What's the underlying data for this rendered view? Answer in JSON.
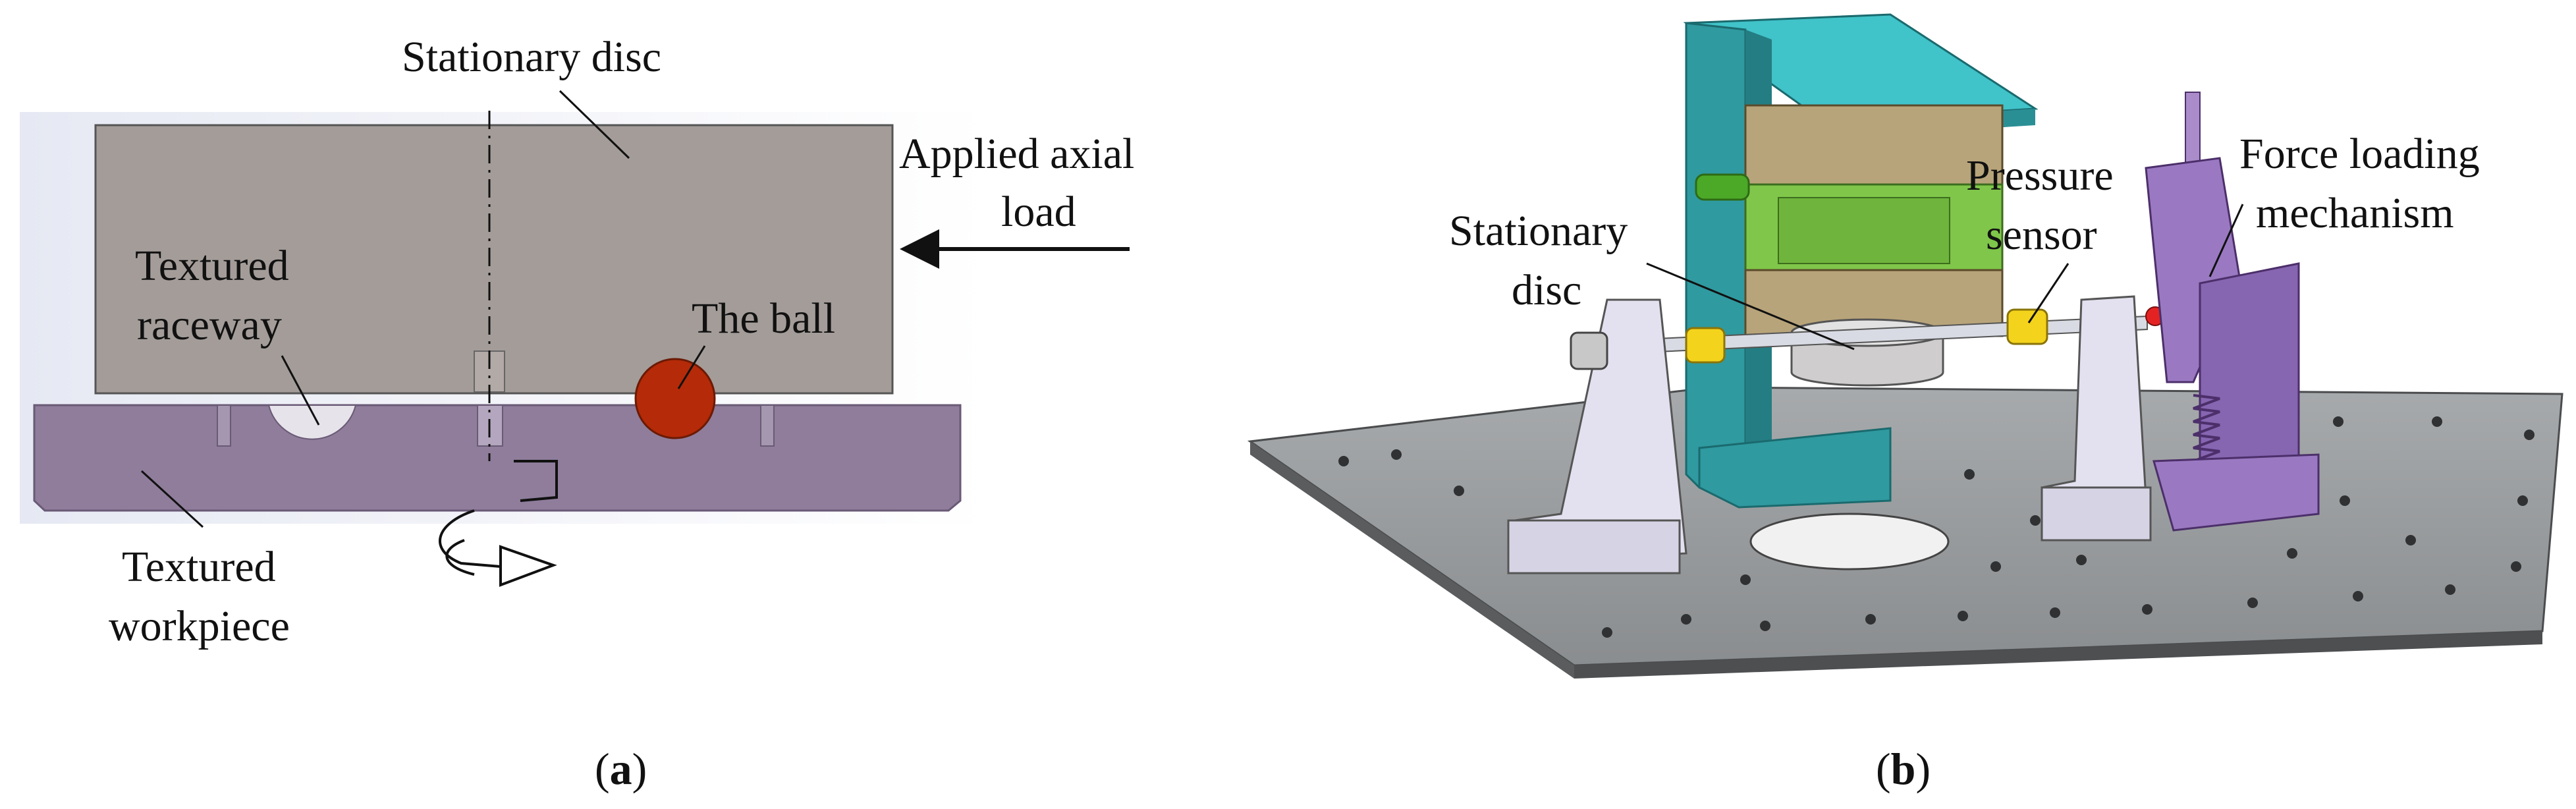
{
  "panel_a": {
    "labels": {
      "stationary_disc": "Stationary disc",
      "applied_axial_load_1": "Applied axial",
      "applied_axial_load_2": "load",
      "textured_raceway_1": "Textured",
      "textured_raceway_2": "raceway",
      "the_ball": "The ball",
      "textured_workpiece_1": "Textured",
      "textured_workpiece_2": "workpiece"
    },
    "caption_letter": "a"
  },
  "panel_b": {
    "labels": {
      "stationary_disc_1": "Stationary",
      "stationary_disc_2": "disc",
      "pressure_sensor_1": "Pressure",
      "pressure_sensor_2": "sensor",
      "force_loading_1": "Force loading",
      "force_loading_2": "mechanism"
    },
    "caption_letter": "b"
  },
  "colors": {
    "disc_gray": "#a39c99",
    "workpiece_purple": "#8f7d9b",
    "ball_red": "#b52a08",
    "frame_teal": "#2f9aa0",
    "stage_green": "#7fc64a",
    "plate_gray": "#8c8f91",
    "sensor_yellow": "#f4d31c",
    "loader_purple": "#9a79c2"
  }
}
